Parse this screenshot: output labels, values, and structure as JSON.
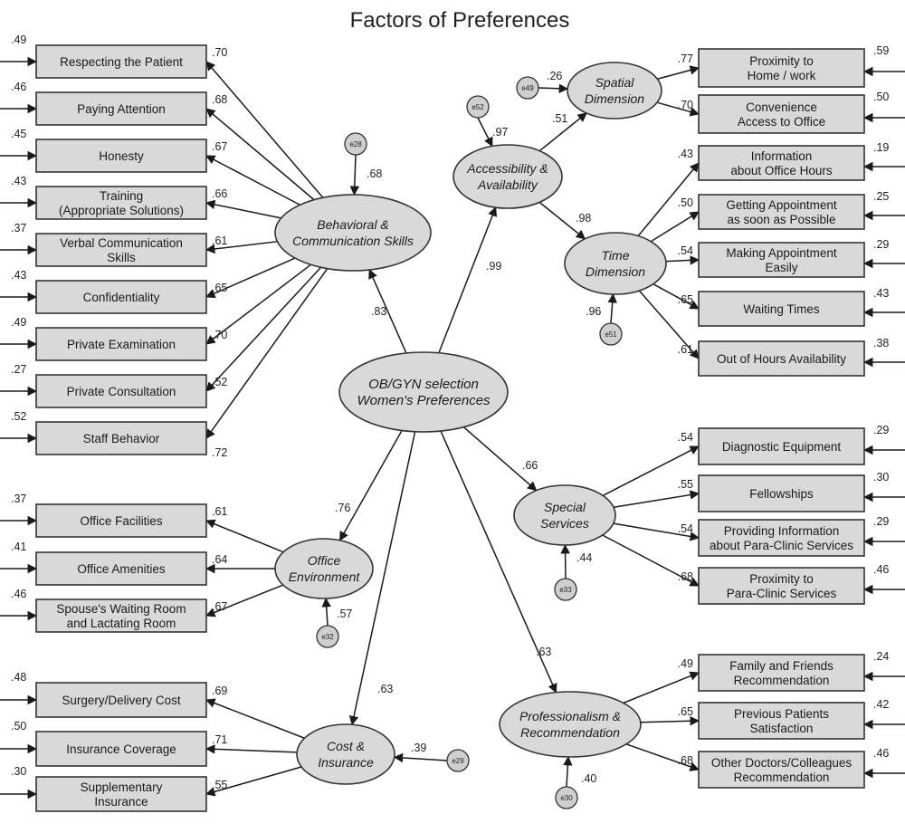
{
  "title": "Factors of Preferences",
  "central": {
    "label": [
      "OB/GYN selection",
      "Women's Preferences"
    ]
  },
  "factors": {
    "behavioral": {
      "label": [
        "Behavioral &",
        "Communication Skills"
      ],
      "loading": ".83",
      "error": {
        "id": "e28",
        "value": ".68"
      }
    },
    "office": {
      "label": [
        "Office",
        "Environment"
      ],
      "loading": ".76",
      "error": {
        "id": "e32",
        "value": ".57"
      }
    },
    "cost": {
      "label": [
        "Cost &",
        "Insurance"
      ],
      "loading": ".63",
      "error": {
        "id": "e29",
        "value": ".39"
      }
    },
    "access": {
      "label": [
        "Accessibility &",
        "Availability"
      ],
      "loading": ".99",
      "error": {
        "id": "e52",
        "value": ".97"
      }
    },
    "spatial": {
      "label": [
        "Spatial",
        "Dimension"
      ],
      "loading": ".51",
      "error": {
        "id": "e49",
        "value": ".26"
      }
    },
    "time": {
      "label": [
        "Time",
        "Dimension"
      ],
      "loading": ".98",
      "error": {
        "id": "e51",
        "value": ".96"
      }
    },
    "special": {
      "label": [
        "Special",
        "Services"
      ],
      "loading": ".66",
      "error": {
        "id": "e33",
        "value": ".44"
      }
    },
    "prof": {
      "label": [
        "Professionalism &",
        "Recommendation"
      ],
      "loading": ".63",
      "error": {
        "id": "e30",
        "value": ".40"
      }
    }
  },
  "indicators": {
    "behavioral": [
      {
        "label": [
          "Respecting the Patient"
        ],
        "loading": ".70",
        "r2": ".49"
      },
      {
        "label": [
          "Paying Attention"
        ],
        "loading": ".68",
        "r2": ".46"
      },
      {
        "label": [
          "Honesty"
        ],
        "loading": ".67",
        "r2": ".45"
      },
      {
        "label": [
          "Training",
          "(Appropriate Solutions)"
        ],
        "loading": ".66",
        "r2": ".43"
      },
      {
        "label": [
          "Verbal Communication",
          "Skills"
        ],
        "loading": ".61",
        "r2": ".37"
      },
      {
        "label": [
          "Confidentiality"
        ],
        "loading": ".65",
        "r2": ".43"
      },
      {
        "label": [
          "Private Examination"
        ],
        "loading": ".70",
        "r2": ".49"
      },
      {
        "label": [
          "Private Consultation"
        ],
        "loading": ".52",
        "r2": ".27"
      },
      {
        "label": [
          "Staff Behavior"
        ],
        "loading": ".72",
        "r2": ".52"
      }
    ],
    "office": [
      {
        "label": [
          "Office Facilities"
        ],
        "loading": ".61",
        "r2": ".37"
      },
      {
        "label": [
          "Office Amenities"
        ],
        "loading": ".64",
        "r2": ".41"
      },
      {
        "label": [
          "Spouse's Waiting Room",
          "and Lactating Room"
        ],
        "loading": ".67",
        "r2": ".46"
      }
    ],
    "cost": [
      {
        "label": [
          "Surgery/Delivery Cost"
        ],
        "loading": ".69",
        "r2": ".48"
      },
      {
        "label": [
          "Insurance Coverage"
        ],
        "loading": ".71",
        "r2": ".50"
      },
      {
        "label": [
          "Supplementary",
          "Insurance"
        ],
        "loading": ".55",
        "r2": ".30"
      }
    ],
    "spatial": [
      {
        "label": [
          "Proximity to",
          "Home / work"
        ],
        "loading": ".77",
        "r2": ".59"
      },
      {
        "label": [
          "Convenience",
          "Access to Office"
        ],
        "loading": ".70",
        "r2": ".50"
      }
    ],
    "time": [
      {
        "label": [
          "Information",
          "about Office Hours"
        ],
        "loading": ".43",
        "r2": ".19"
      },
      {
        "label": [
          "Getting Appointment",
          "as soon as Possible"
        ],
        "loading": ".50",
        "r2": ".25"
      },
      {
        "label": [
          "Making Appointment",
          "Easily"
        ],
        "loading": ".54",
        "r2": ".29"
      },
      {
        "label": [
          "Waiting Times"
        ],
        "loading": ".65",
        "r2": ".43"
      },
      {
        "label": [
          "Out of Hours  Availability"
        ],
        "loading": ".61",
        "r2": ".38"
      }
    ],
    "special": [
      {
        "label": [
          "Diagnostic Equipment"
        ],
        "loading": ".54",
        "r2": ".29"
      },
      {
        "label": [
          "Fellowships"
        ],
        "loading": ".55",
        "r2": ".30"
      },
      {
        "label": [
          "Providing Information",
          "about Para-Clinic Services"
        ],
        "loading": ".54",
        "r2": ".29"
      },
      {
        "label": [
          "Proximity to",
          "Para-Clinic Services"
        ],
        "loading": ".68",
        "r2": ".46"
      }
    ],
    "prof": [
      {
        "label": [
          "Family and Friends",
          "Recommendation"
        ],
        "loading": ".49",
        "r2": ".24"
      },
      {
        "label": [
          "Previous Patients",
          "Satisfaction"
        ],
        "loading": ".65",
        "r2": ".42"
      },
      {
        "label": [
          "Other Doctors/Colleagues",
          "Recommendation"
        ],
        "loading": ".68",
        "r2": ".46"
      }
    ]
  }
}
